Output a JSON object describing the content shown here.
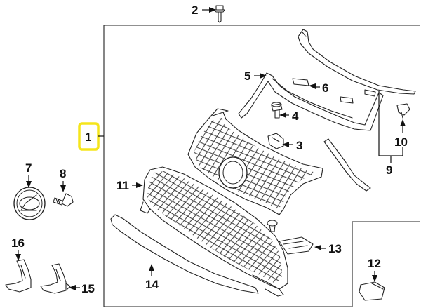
{
  "callouts": {
    "c1": "1",
    "c2": "2",
    "c3": "3",
    "c4": "4",
    "c5": "5",
    "c6": "6",
    "c7": "7",
    "c8": "8",
    "c9": "9",
    "c10": "10",
    "c11": "11",
    "c12": "12",
    "c13": "13",
    "c14": "14",
    "c15": "15",
    "c16": "16"
  },
  "colors": {
    "highlight": "#f5e51c",
    "line": "#222222"
  },
  "icons": {
    "emblem_logo": "lexus-l-emblem"
  }
}
